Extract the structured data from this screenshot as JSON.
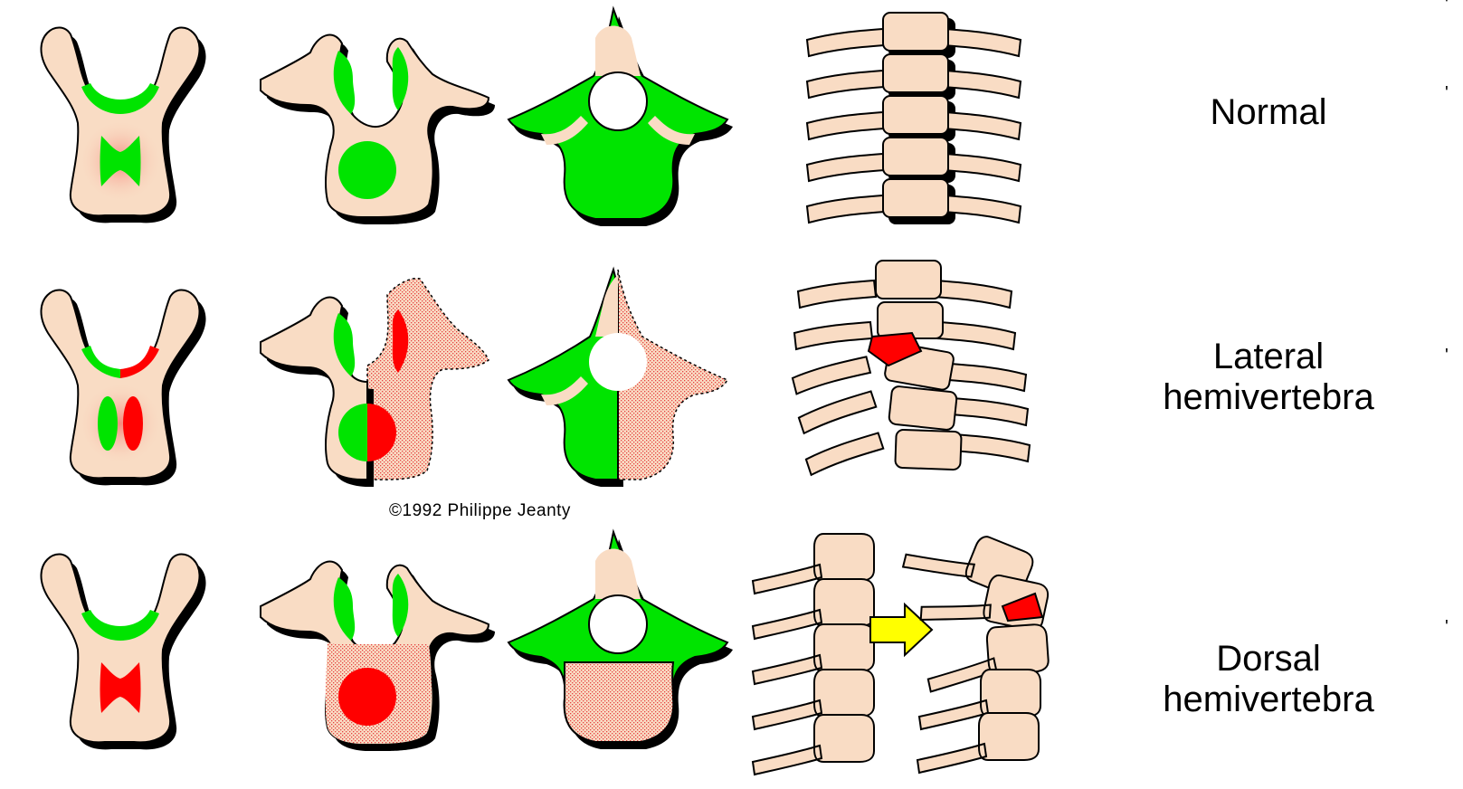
{
  "rows": [
    {
      "key": "normal",
      "label_lines": [
        "Normal"
      ]
    },
    {
      "key": "lateral",
      "label_lines": [
        "Lateral",
        "hemivertebra"
      ]
    },
    {
      "key": "dorsal",
      "label_lines": [
        "Dorsal",
        "hemivertebra"
      ]
    }
  ],
  "credit": "©1992 Philippe Jeanty",
  "colors": {
    "bone": "#F9DCC4",
    "outline": "#000000",
    "ossification": "#00E400",
    "defect": "#FF0000",
    "arrow": "#FFFF00",
    "background": "#FFFFFF"
  }
}
